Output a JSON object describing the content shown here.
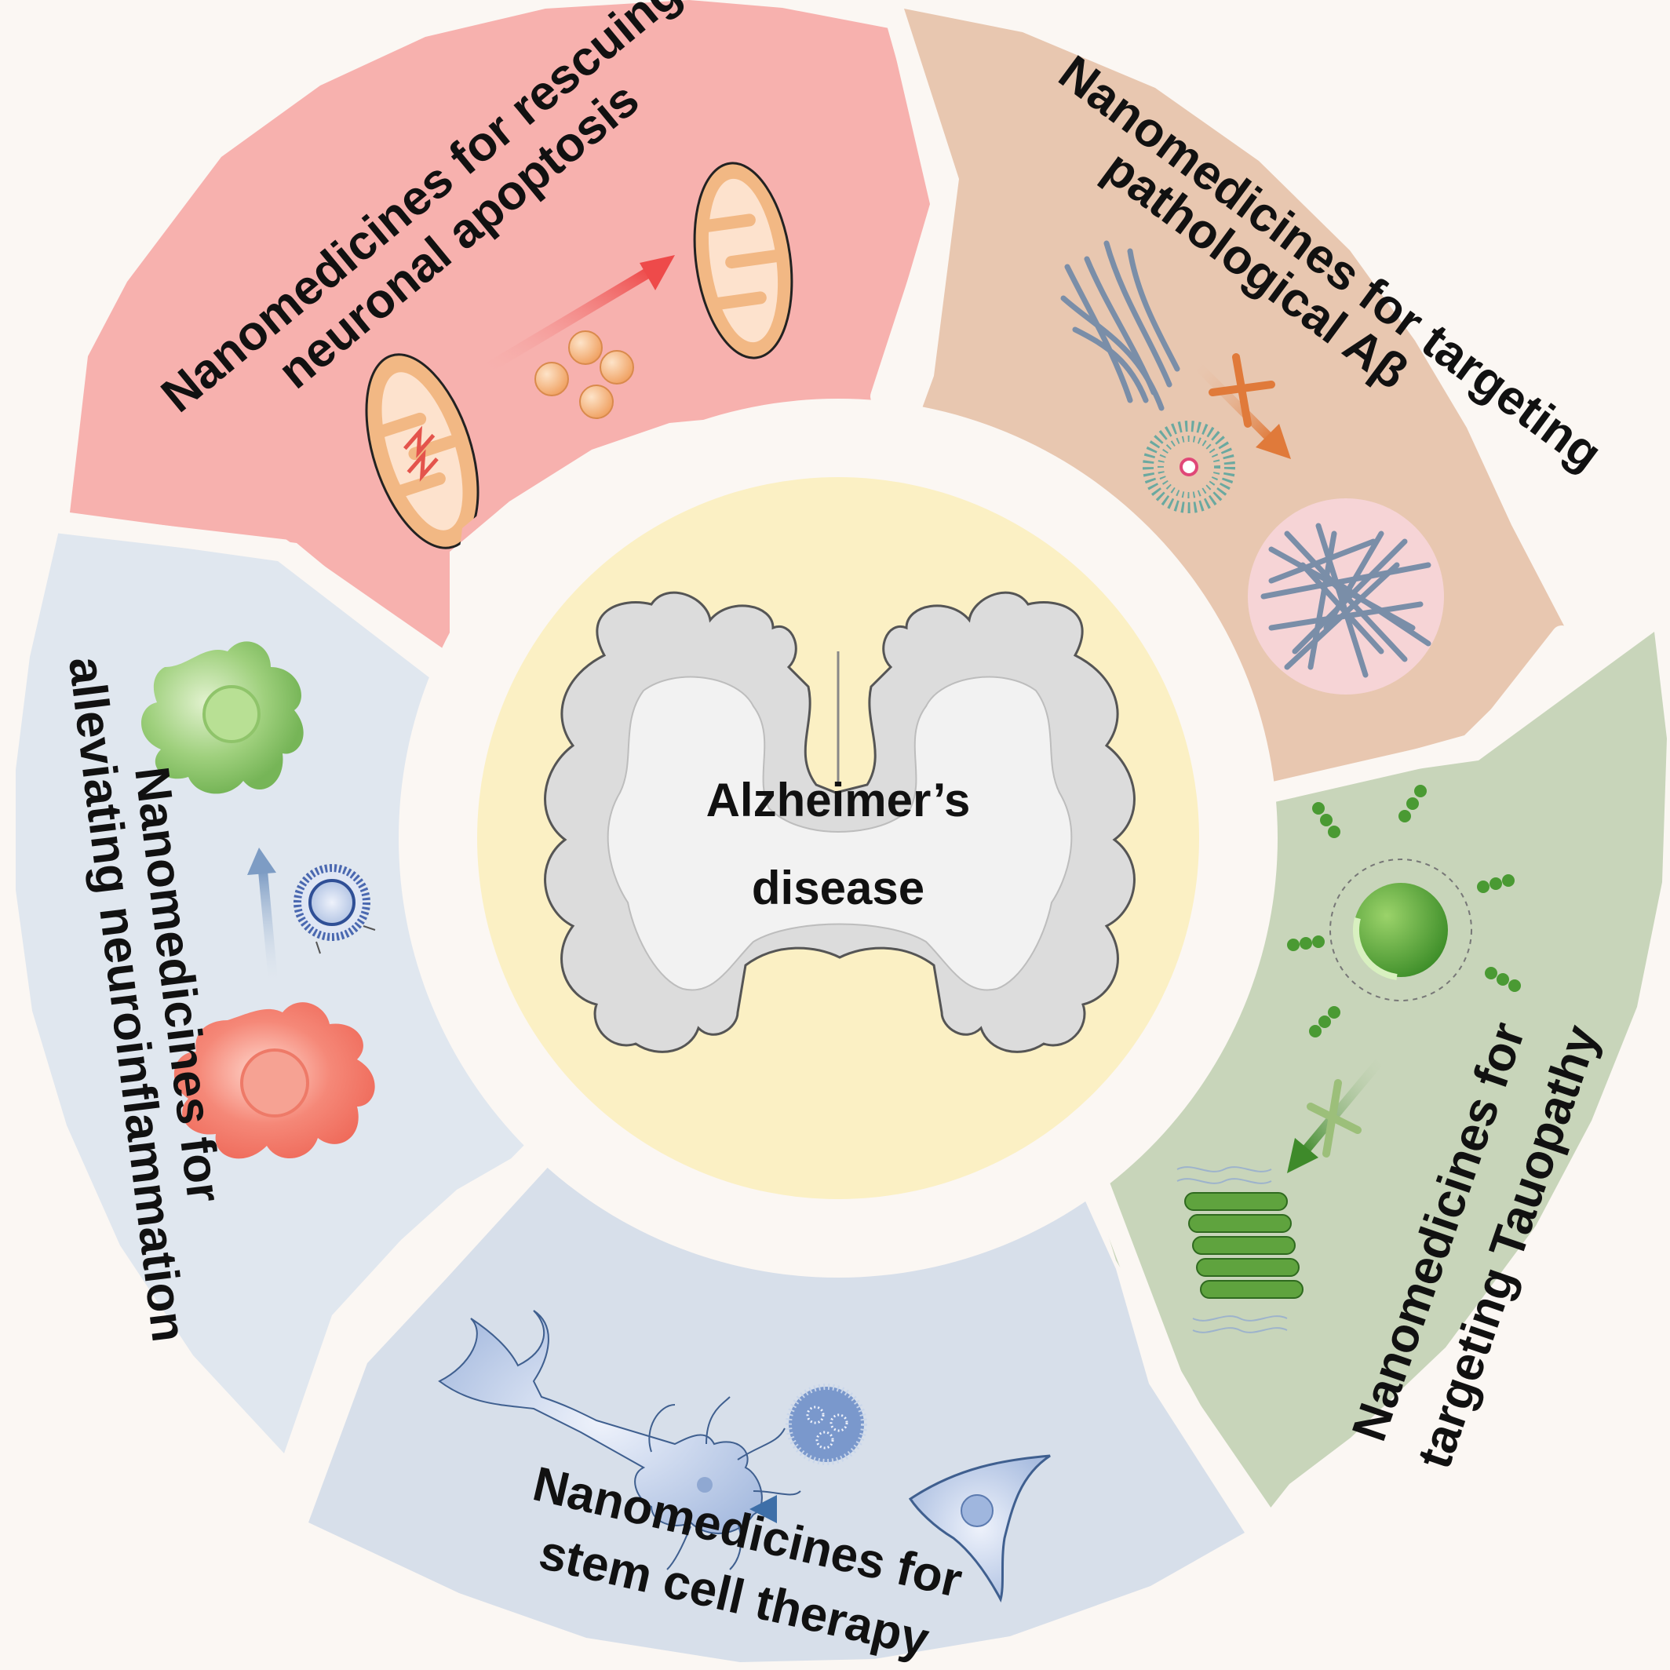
{
  "center": {
    "line1": "Alzheimer’s",
    "line2": "disease"
  },
  "segments": {
    "apoptosis": {
      "line1": "Nanomedicines for rescuing",
      "line2": "neuronal apoptosis",
      "color": "#f7b1ae"
    },
    "amyloid": {
      "line1": "Nanomedicines for targeting",
      "line2": "pathological Aβ",
      "color": "#e8c7b0"
    },
    "tau": {
      "line1": "Nanomedicines for",
      "line2": "targeting Tauopathy",
      "color": "#c8d5ba"
    },
    "stemcell": {
      "line1": "Nanomedicines for",
      "line2": "stem cell therapy",
      "color": "#d7dfea"
    },
    "inflammation": {
      "line1": "Nanomedicines for",
      "line2": "alleviating neuroinflammation",
      "color": "#e0e7ef"
    }
  },
  "colors": {
    "center_disc": "#fbf0c4",
    "inner_gap": "#fbf7f3",
    "brain_fill": "#dcdcdc",
    "brain_inner": "#f2f2f2",
    "fiber": "#7a8ea8",
    "mito_fill": "#f2b884",
    "mito_inner": "#fde2cd"
  }
}
